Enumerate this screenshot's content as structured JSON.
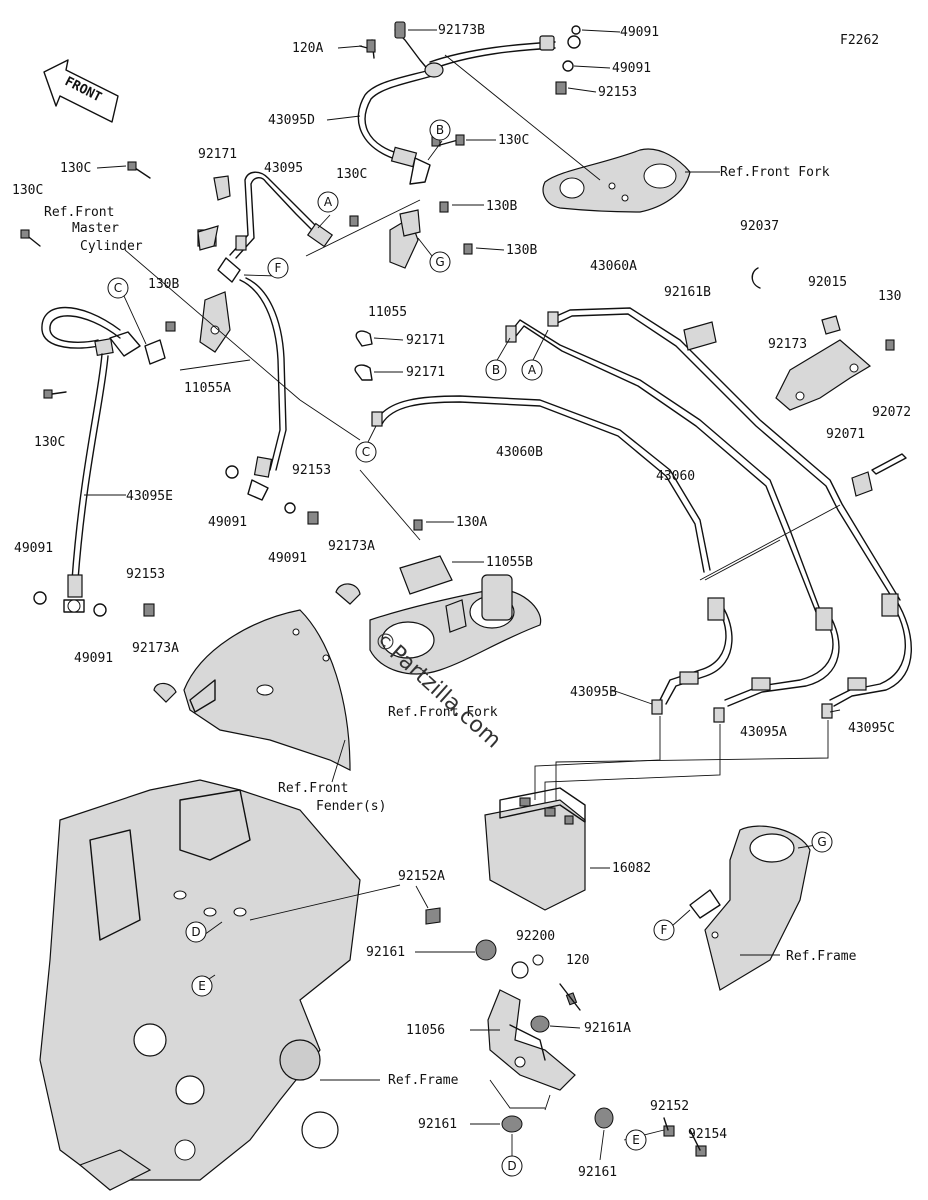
{
  "figure_code": "F2262",
  "front_arrow_label": "FRONT",
  "watermark": "©Partzilla.com",
  "icons": [
    "front-direction-arrow"
  ],
  "labels": {
    "p92173b": "92173B",
    "p120a": "120A",
    "p49091_a": "49091",
    "p49091_b": "49091",
    "p92153_a": "92153",
    "p43095d": "43095D",
    "p130c_a": "130C",
    "p92171_a": "92171",
    "p43095": "43095",
    "p130c_b": "130C",
    "p130c_c": "130C",
    "p130c_d": "130C",
    "p130b_a": "130B",
    "p130b_b": "130B",
    "p130b_c": "130B",
    "p11055": "11055",
    "p11055a": "11055A",
    "p92171_b": "92171",
    "p92171_c": "92171",
    "p43060a": "43060A",
    "p92161b": "92161B",
    "p92037": "92037",
    "p92015": "92015",
    "p130": "130",
    "p92173": "92173",
    "p92072": "92072",
    "p92071": "92071",
    "p43060b": "43060B",
    "p43060": "43060",
    "p130c_e": "130C",
    "p43095e": "43095E",
    "p49091_c": "49091",
    "p92153_b": "92153",
    "p49091_d": "49091",
    "p92173a_a": "92173A",
    "p130a": "130A",
    "p11055b": "11055B",
    "p49091_e": "49091",
    "p92153_c": "92153",
    "p49091_f": "49091",
    "p92173a_b": "92173A",
    "p43095b": "43095B",
    "p43095a": "43095A",
    "p43095c": "43095C",
    "p16082": "16082",
    "p92152a": "92152A",
    "p92161_a": "92161",
    "p92200": "92200",
    "p120": "120",
    "p11056": "11056",
    "p92161a": "92161A",
    "p92161_b": "92161",
    "p92161_c": "92161",
    "p92152": "92152",
    "p92154": "92154"
  },
  "references": {
    "front_master_cylinder": [
      "Ref.Front",
      "Master",
      "Cylinder"
    ],
    "front_fork_top": "Ref.Front Fork",
    "front_fork_lower": "Ref.Front Fork",
    "front_fender": [
      "Ref.Front",
      "Fender(s)"
    ],
    "frame_left": "Ref.Frame",
    "frame_right": "Ref.Frame"
  },
  "callouts": {
    "A1": "A",
    "A2": "A",
    "B1": "B",
    "B2": "B",
    "C1": "C",
    "C2": "C",
    "D1": "D",
    "D2": "D",
    "E1": "E",
    "E2": "E",
    "F1": "F",
    "F2": "F",
    "G1": "G",
    "G2": "G"
  }
}
